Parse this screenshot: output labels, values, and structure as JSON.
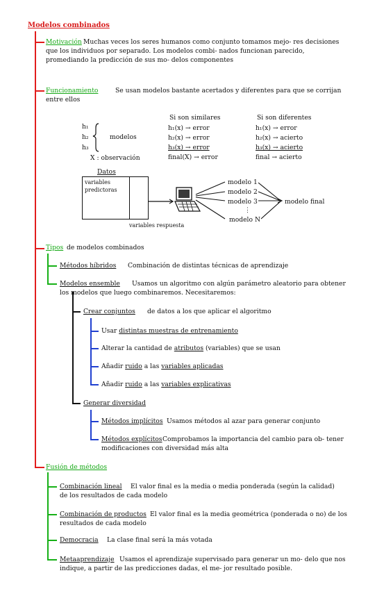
{
  "title": "Modelos combinados",
  "motivacion": {
    "label": "Motivación",
    "text": "Muchas veces los seres humanos como conjunto tomamos mejo- res decisiones que los individuos por separado. Los modelos combi- nados funcionan parecido, promediando la predicción de sus mo- delos componentes"
  },
  "funcionamiento": {
    "label": "Funcionamiento",
    "text": "Se usan modelos bastante acertados y diferentes para que se corrijan entre ellos",
    "models": [
      "h₁",
      "h₂",
      "h₃"
    ],
    "models_label": "modelos",
    "x_label": "X : observación",
    "similar_header": "Si son similares",
    "similar_rows": [
      "h₁(x) → error",
      "h₂(x) → error",
      "h₃(x) → error",
      "final(X) → error"
    ],
    "diff_header": "Si son diferentes",
    "diff_rows": [
      "h₁(x) → error",
      "h₂(x) → acierto",
      "h₃(x) → acierto",
      "final → acierto"
    ],
    "datos_label": "Datos",
    "vars_pred": "variables predictoras",
    "vars_resp": "variables respuesta",
    "model_nodes": [
      "modelo 1",
      "modelo 2",
      "modelo 3",
      "⋮",
      "modelo N"
    ],
    "final_model": "modelo final"
  },
  "tipos": {
    "label": "Tipos",
    "text": "de modelos combinados",
    "hibridos": {
      "label": "Métodos híbridos",
      "text": "Combinación de distintas técnicas de aprendizaje"
    },
    "ensemble": {
      "label": "Modelos ensemble",
      "text": "Usamos un algoritmo con algún parámetro aleatorio para obtener los modelos que luego combinaremos. Necesitaremos:",
      "conjuntos": {
        "label": "Crear conjuntos",
        "text": "de datos a los que aplicar el algoritmo",
        "items": [
          {
            "pre": "Usar ",
            "u": "distintas muestras de entrenamiento",
            "post": ""
          },
          {
            "pre": "Alterar la cantidad de ",
            "u": "atributos",
            "post": " (variables) que se usan"
          },
          {
            "pre": "Añadir ",
            "u": "ruido",
            "mid": " a las ",
            "u2": "variables aplicadas",
            "post": ""
          },
          {
            "pre": "Añadir ",
            "u": "ruido",
            "mid": " a las ",
            "u2": "variables explicativas",
            "post": ""
          }
        ]
      },
      "diversidad": {
        "label": "Generar diversidad",
        "items": [
          {
            "label": "Métodos implícitos",
            "text": "Usamos métodos al azar para generar conjunto"
          },
          {
            "label": "Métodos explícitos",
            "text": "Comprobamos la importancia del cambio para ob- tener modificaciones con diversidad más alta"
          }
        ]
      }
    }
  },
  "fusion": {
    "label": "Fusión de métodos",
    "items": [
      {
        "label": "Combinación lineal",
        "text": "El valor final es la media o media ponderada (según la calidad) de los resultados de cada modelo"
      },
      {
        "label": "Combinación de productos",
        "text": "El valor final es la media geométrica (ponderada o no) de los resultados de cada modelo"
      },
      {
        "label": "Democracia",
        "text": "La clase final será la más votada"
      },
      {
        "label": "Metaaprendizaje",
        "text": "Usamos el aprendizaje supervisado para generar un mo- delo que nos indique, a partir de las predicciones dadas, el me- jor resultado posible."
      }
    ]
  }
}
